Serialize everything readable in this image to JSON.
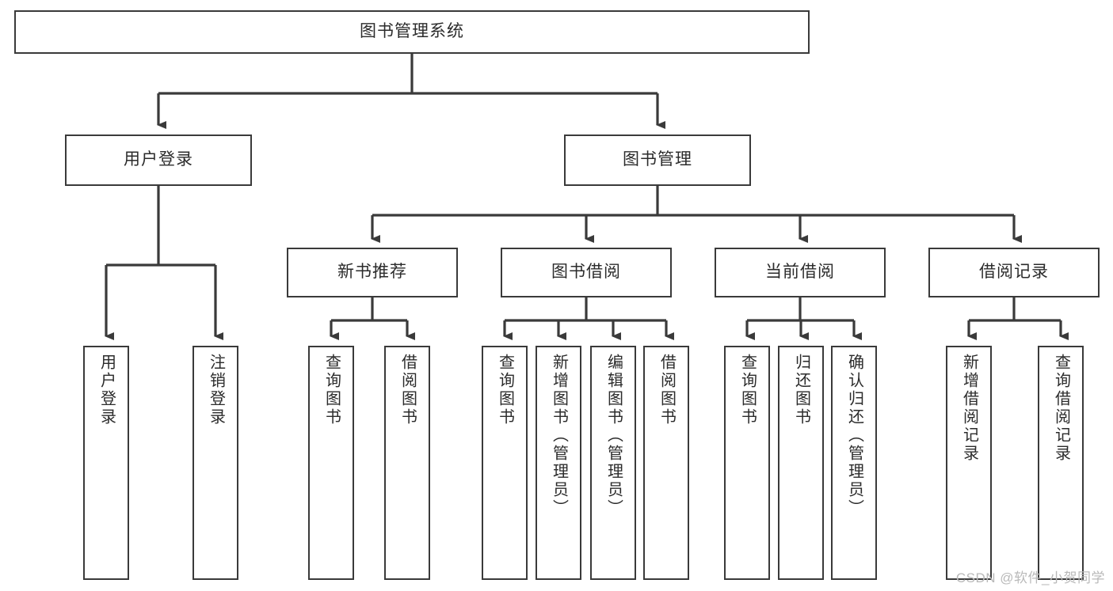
{
  "diagram": {
    "title": "图书管理系统",
    "type": "hierarchy-tree",
    "orientation": "top-down",
    "colors": {
      "box_border": "#3a3a3a",
      "box_fill": "#ffffff",
      "connector": "#3a3a3a",
      "text": "#2b2b2b",
      "background": "#ffffff",
      "watermark": "#b9b9b9"
    },
    "watermark": "CSDN @软件_小贺同学",
    "nodes": {
      "root": {
        "label": "图书管理系统"
      },
      "level1": [
        {
          "label": "用户登录"
        },
        {
          "label": "图书管理"
        }
      ],
      "level2": [
        {
          "label": "新书推荐"
        },
        {
          "label": "图书借阅"
        },
        {
          "label": "当前借阅"
        },
        {
          "label": "借阅记录"
        }
      ],
      "leaves": {
        "user_login": [
          {
            "label": "用户登录"
          },
          {
            "label": "注销登录"
          }
        ],
        "new_book_recommend": [
          {
            "label": "查询图书"
          },
          {
            "label": "借阅图书"
          }
        ],
        "book_borrow": [
          {
            "label": "查询图书"
          },
          {
            "label": "新增图书（管理员）"
          },
          {
            "label": "编辑图书（管理员）"
          },
          {
            "label": "借阅图书"
          }
        ],
        "current_borrow": [
          {
            "label": "查询图书"
          },
          {
            "label": "归还图书"
          },
          {
            "label": "确认归还（管理员）"
          }
        ],
        "borrow_record": [
          {
            "label": "新增借阅记录"
          },
          {
            "label": "查询借阅记录"
          }
        ]
      }
    }
  },
  "chart_data": {
    "type": "tree",
    "title": "图书管理系统",
    "edges": [
      {
        "from": "图书管理系统",
        "to": "用户登录"
      },
      {
        "from": "图书管理系统",
        "to": "图书管理"
      },
      {
        "from": "用户登录",
        "to": "用户登录"
      },
      {
        "from": "用户登录",
        "to": "注销登录"
      },
      {
        "from": "图书管理",
        "to": "新书推荐"
      },
      {
        "from": "图书管理",
        "to": "图书借阅"
      },
      {
        "from": "图书管理",
        "to": "当前借阅"
      },
      {
        "from": "图书管理",
        "to": "借阅记录"
      },
      {
        "from": "新书推荐",
        "to": "查询图书"
      },
      {
        "from": "新书推荐",
        "to": "借阅图书"
      },
      {
        "from": "图书借阅",
        "to": "查询图书"
      },
      {
        "from": "图书借阅",
        "to": "新增图书（管理员）"
      },
      {
        "from": "图书借阅",
        "to": "编辑图书（管理员）"
      },
      {
        "from": "图书借阅",
        "to": "借阅图书"
      },
      {
        "from": "当前借阅",
        "to": "查询图书"
      },
      {
        "from": "当前借阅",
        "to": "归还图书"
      },
      {
        "from": "当前借阅",
        "to": "确认归还（管理员）"
      },
      {
        "from": "借阅记录",
        "to": "新增借阅记录"
      },
      {
        "from": "借阅记录",
        "to": "查询借阅记录"
      }
    ],
    "depth": 4
  }
}
